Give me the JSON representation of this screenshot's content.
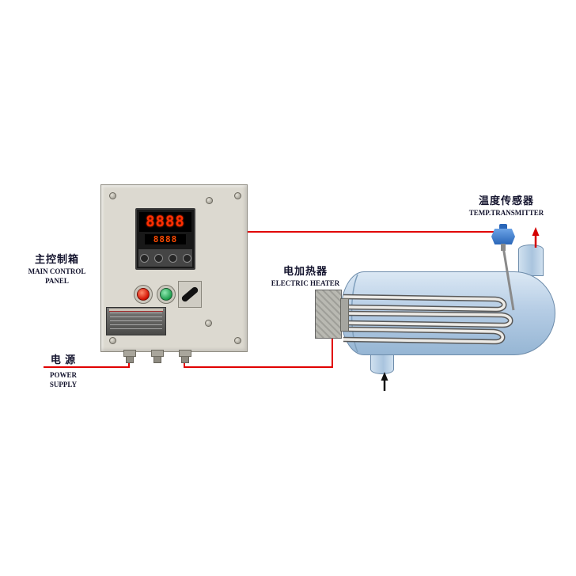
{
  "labels": {
    "control_panel": {
      "cn": "主控制箱",
      "en": "MAIN CONTROL PANEL"
    },
    "power_supply": {
      "cn": "电 源",
      "en": "POWER SUPPLY"
    },
    "electric_heater": {
      "cn": "电加热器",
      "en": "ELECTRIC HEATER"
    },
    "temp_transmitter": {
      "cn": "温度传感器",
      "en": "TEMP.TRANSMITTER"
    }
  },
  "controller": {
    "pv_display": "8888",
    "sv_display": "8888"
  },
  "icons": {
    "flow_in_arrow": "black-up-arrow",
    "flow_out_arrow": "red-up-arrow"
  },
  "colors": {
    "wire": "#e10000",
    "tank_fill": "#b6cde5",
    "tank_outline": "#6d8cab",
    "panel_fill": "#dcd9d0",
    "digits": "#ff2e00",
    "pilot_red": "#d21000",
    "pilot_green": "#1f9e4e",
    "transmitter_blue": "#2a66b8"
  }
}
